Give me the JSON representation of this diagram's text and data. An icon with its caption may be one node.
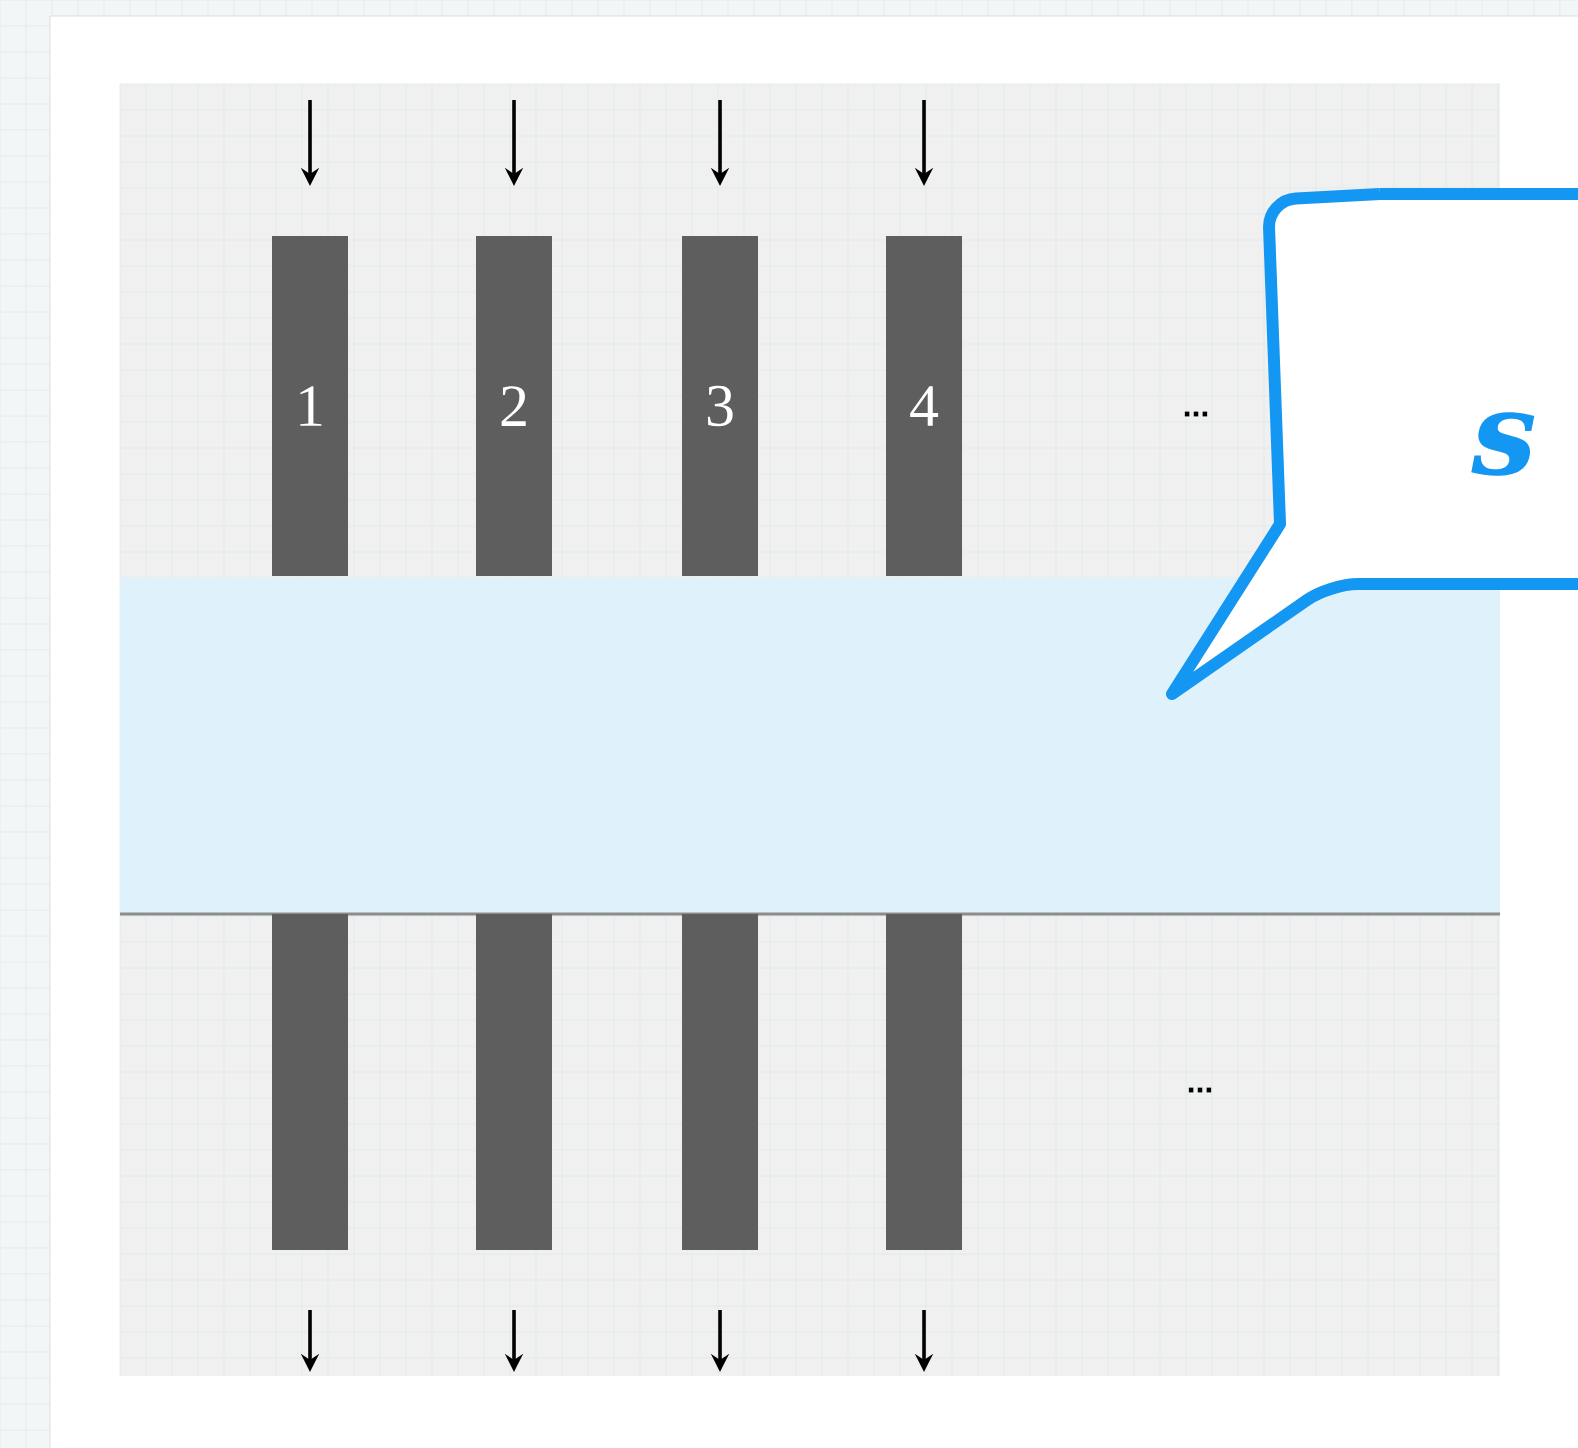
{
  "diagram": {
    "nodes": [
      {
        "text": [
          "1"
        ]
      },
      {
        "text": [
          "2"
        ]
      },
      {
        "text": [
          "3"
        ]
      },
      {
        "text": [
          "4"
        ]
      },
      {
        "text": [],
        "shape": "box"
      },
      {
        "text": [],
        "shape": "bar"
      },
      {
        "text": [],
        "shape": "bar"
      },
      {
        "text": [],
        "shape": "bar"
      },
      {
        "text": [],
        "shape": "bar"
      },
      {
        "text": [
          "s"
        ]
      }
    ],
    "labels": [
      "...",
      "..."
    ]
  }
}
